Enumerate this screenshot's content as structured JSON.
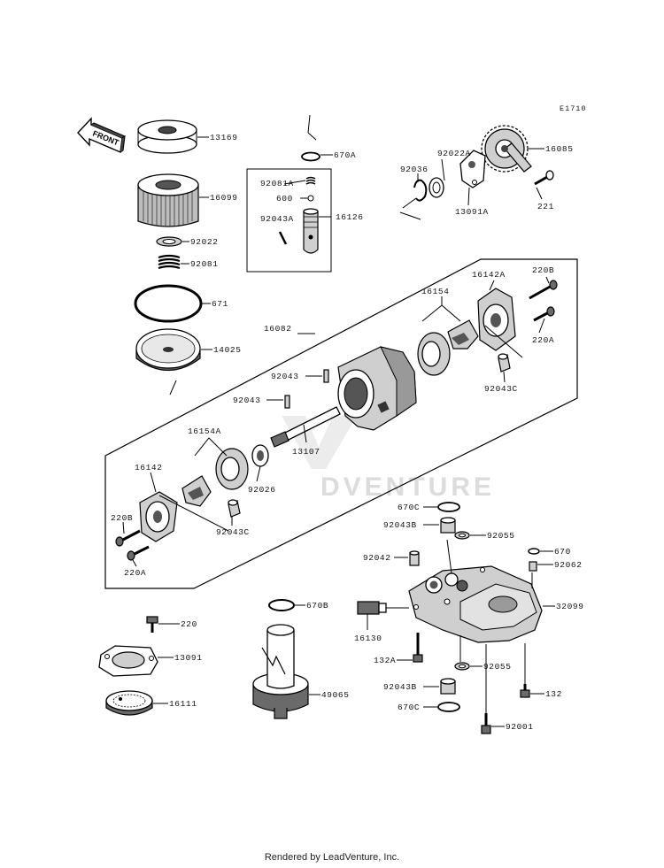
{
  "diagram_code": "E1710",
  "front_arrow": "FRONT",
  "watermark": "DVENTURE",
  "footer": "Rendered by LeadVenture, Inc.",
  "labels": {
    "p13169": "13169",
    "p16099": "16099",
    "p92022": "92022",
    "p92081": "92081",
    "p671": "671",
    "p14025": "14025",
    "p670a": "670A",
    "p92081a": "92081A",
    "p600": "600",
    "p92043a": "92043A",
    "p16126": "16126",
    "p92022a": "92022A",
    "p92036": "92036",
    "p13091a": "13091A",
    "p16085": "16085",
    "p221": "221",
    "p16082": "16082",
    "p16154": "16154",
    "p16142a": "16142A",
    "p220b_top": "220B",
    "p220a_top": "220A",
    "p92043c_top": "92043C",
    "p92043_1": "92043",
    "p92043_2": "92043",
    "p16154a": "16154A",
    "p13107": "13107",
    "p16142": "16142",
    "p92026": "92026",
    "p220b_bot": "220B",
    "p220a_bot": "220A",
    "p92043c_bot": "92043C",
    "p670c_top": "670C",
    "p92043b_top": "92043B",
    "p92055_top": "92055",
    "p670": "670",
    "p92042": "92042",
    "p92062": "92062",
    "p32099": "32099",
    "p16130": "16130",
    "p132a": "132A",
    "p92055_bot": "92055",
    "p92043b_bot": "92043B",
    "p132": "132",
    "p670c_bot": "670C",
    "p92001": "92001",
    "p670b": "670B",
    "p220": "220",
    "p13091": "13091",
    "p16111": "16111",
    "p49065": "49065"
  }
}
